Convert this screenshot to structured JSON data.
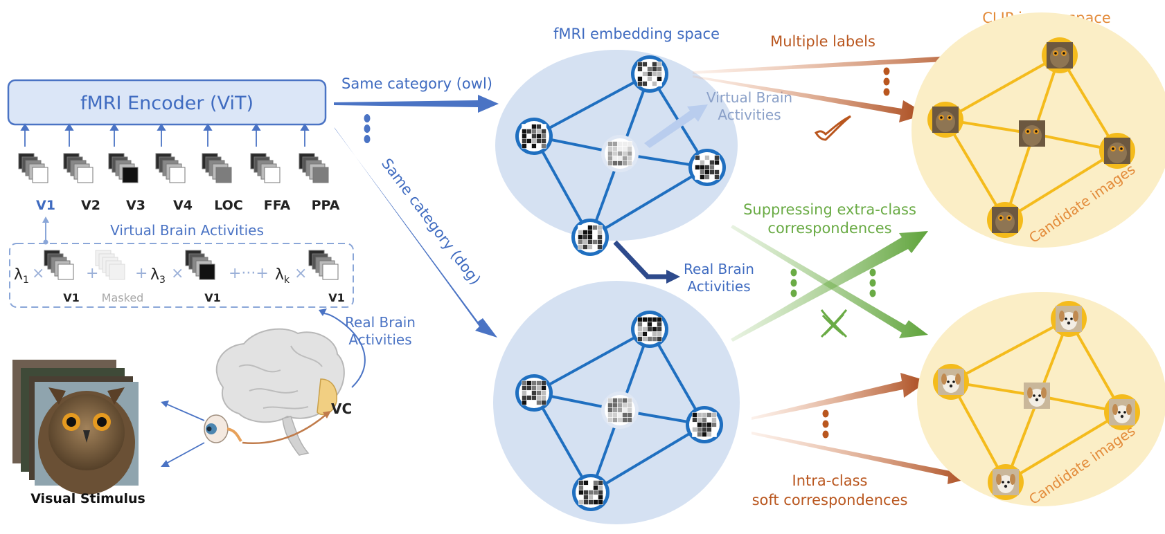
{
  "labels": {
    "encoder": "fMRI Encoder (ViT)",
    "regions": [
      "V1",
      "V2",
      "V3",
      "V4",
      "LOC",
      "FFA",
      "PPA"
    ],
    "virtual_brain_header": "Virtual Brain Activities",
    "mix_v1": "V1",
    "mix_masked": "Masked",
    "real_brain_left_1": "Real Brain",
    "real_brain_left_2": "Activities",
    "vc": "VC",
    "visual_stimulus": "Visual Stimulus",
    "same_owl": "Same category (owl)",
    "same_dog": "Same category (dog)",
    "fmri_space": "fMRI embedding space",
    "virtual_1": "Virtual Brain",
    "virtual_2": "Activities",
    "real_mid_1": "Real Brain",
    "real_mid_2": "Activities",
    "multiple_labels": "Multiple labels",
    "suppress_1": "Suppressing extra-class",
    "suppress_2": "correspondences",
    "intra_1": "Intra-class",
    "intra_2": "soft correspondences",
    "clip_space": "CLIP image space",
    "candidate_top": "Candidate images",
    "candidate_bottom": "Candidate images"
  },
  "colors": {
    "blue": "#4a73c4",
    "node_blue": "#1f6fc0",
    "fmri_fill": "#d5e1f2",
    "clip_fill": "#fbeec6",
    "clip_edge": "#f4bb1c",
    "orange": "#b9561e",
    "green": "#6aab45",
    "gray": "#9a9a9a"
  }
}
